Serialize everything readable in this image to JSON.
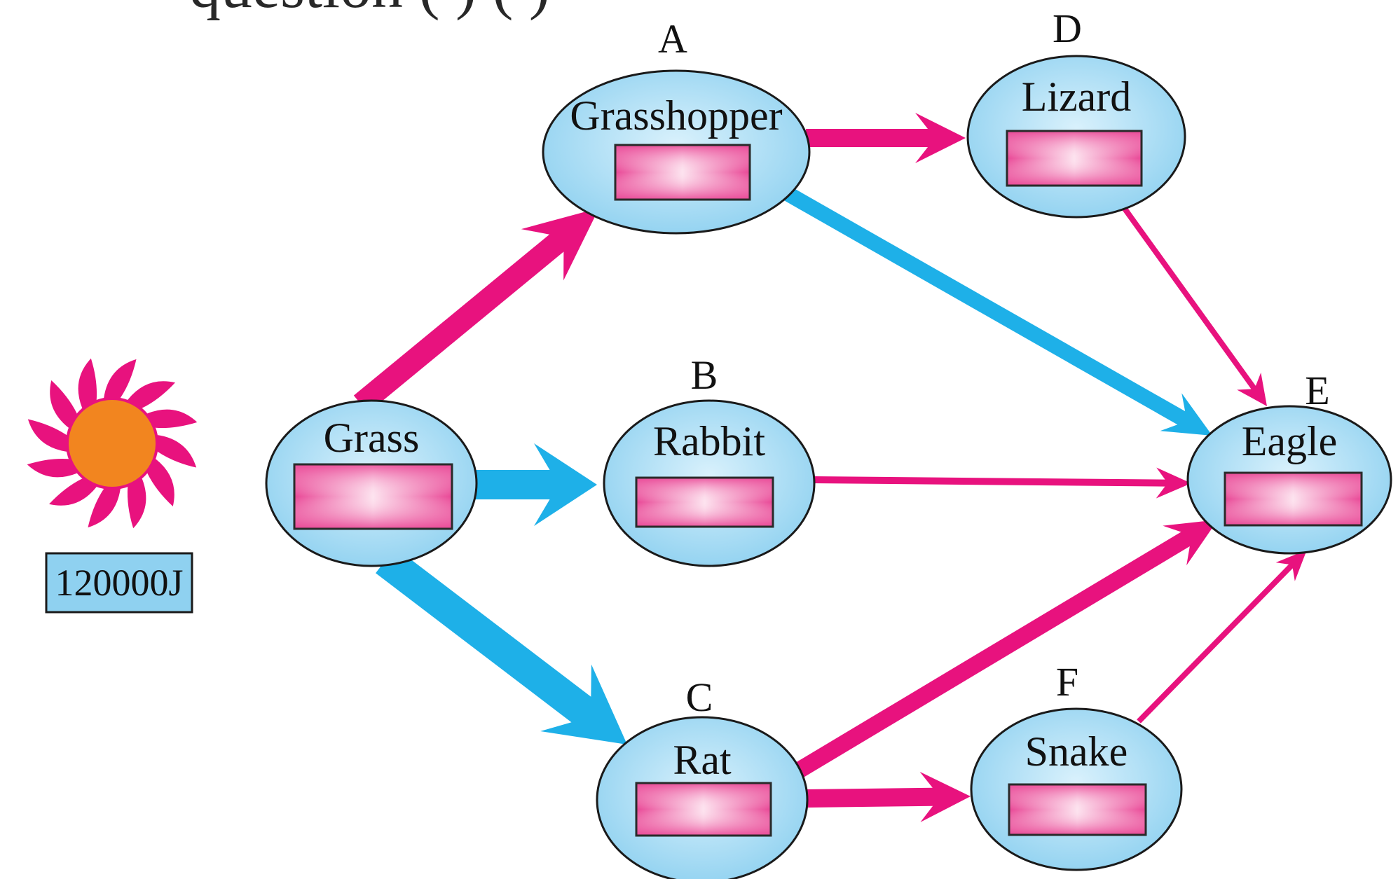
{
  "header": {
    "partial_text": "question (   ) (   )"
  },
  "colors": {
    "pink": "#e8127e",
    "blue": "#1eb0e8",
    "node_fill": "#a6dcf5",
    "node_stroke": "#1a1a1a",
    "sun": "#f2851f",
    "box_fill": "#f06aa8"
  },
  "sun": {
    "energy_label": "120000J"
  },
  "nodes": {
    "grass": {
      "name": "Grass",
      "letter": ""
    },
    "grasshopper": {
      "name": "Grasshopper",
      "letter": "A"
    },
    "rabbit": {
      "name": "Rabbit",
      "letter": "B"
    },
    "rat": {
      "name": "Rat",
      "letter": "C"
    },
    "lizard": {
      "name": "Lizard",
      "letter": "D"
    },
    "eagle": {
      "name": "Eagle",
      "letter": "E"
    },
    "snake": {
      "name": "Snake",
      "letter": "F"
    }
  },
  "edges": [
    {
      "from": "grass",
      "to": "grasshopper",
      "color": "pink",
      "weight": "thick"
    },
    {
      "from": "grass",
      "to": "rabbit",
      "color": "blue",
      "weight": "thick"
    },
    {
      "from": "grass",
      "to": "rat",
      "color": "blue",
      "weight": "thick"
    },
    {
      "from": "grasshopper",
      "to": "lizard",
      "color": "pink",
      "weight": "medium"
    },
    {
      "from": "grasshopper",
      "to": "eagle",
      "color": "blue",
      "weight": "medium"
    },
    {
      "from": "lizard",
      "to": "eagle",
      "color": "pink",
      "weight": "thin"
    },
    {
      "from": "rabbit",
      "to": "eagle",
      "color": "pink",
      "weight": "thin"
    },
    {
      "from": "rat",
      "to": "eagle",
      "color": "pink",
      "weight": "medium"
    },
    {
      "from": "rat",
      "to": "snake",
      "color": "pink",
      "weight": "medium"
    },
    {
      "from": "snake",
      "to": "eagle",
      "color": "pink",
      "weight": "thin"
    }
  ]
}
